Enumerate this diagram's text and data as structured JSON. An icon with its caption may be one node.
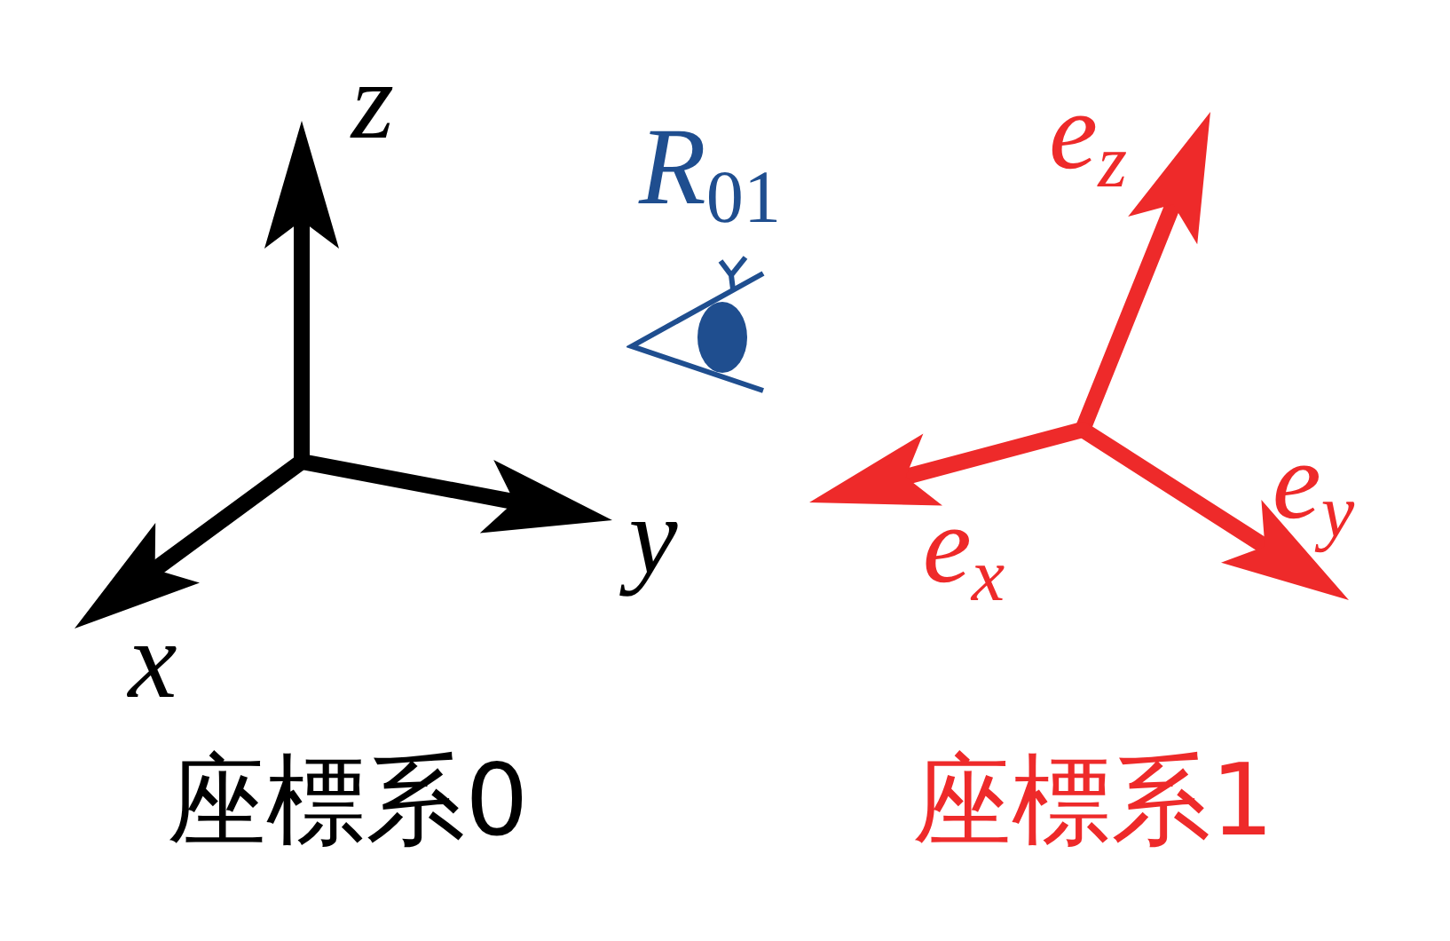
{
  "diagram": {
    "labels": [
      "z",
      "e$_{z}$",
      "*R*$_{01}$",
      "e$_{y}$",
      "y",
      "e$_{x}$",
      "x",
      "座標系0",
      "座標系1"
    ]
  }
}
